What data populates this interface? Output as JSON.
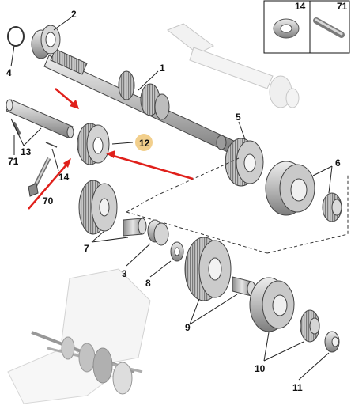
{
  "callouts": {
    "c1": "1",
    "c2": "2",
    "c3": "3",
    "c4": "4",
    "c5": "5",
    "c6": "6",
    "c7": "7",
    "c8": "8",
    "c9": "9",
    "c10": "10",
    "c11": "11",
    "c12": "12",
    "c13": "13",
    "c14": "14",
    "c70": "70",
    "c71": "71"
  },
  "inset": {
    "left_label": "14",
    "right_label": "71"
  },
  "colors": {
    "part_fill": "#c8c8c8",
    "part_dark": "#8a8a8a",
    "ghost": "#d9d9d9",
    "arrow": "#e0201b",
    "highlight": "#f2cf8c",
    "dash": "#333333"
  },
  "icons": [
    "washer-icon",
    "pin-icon"
  ]
}
